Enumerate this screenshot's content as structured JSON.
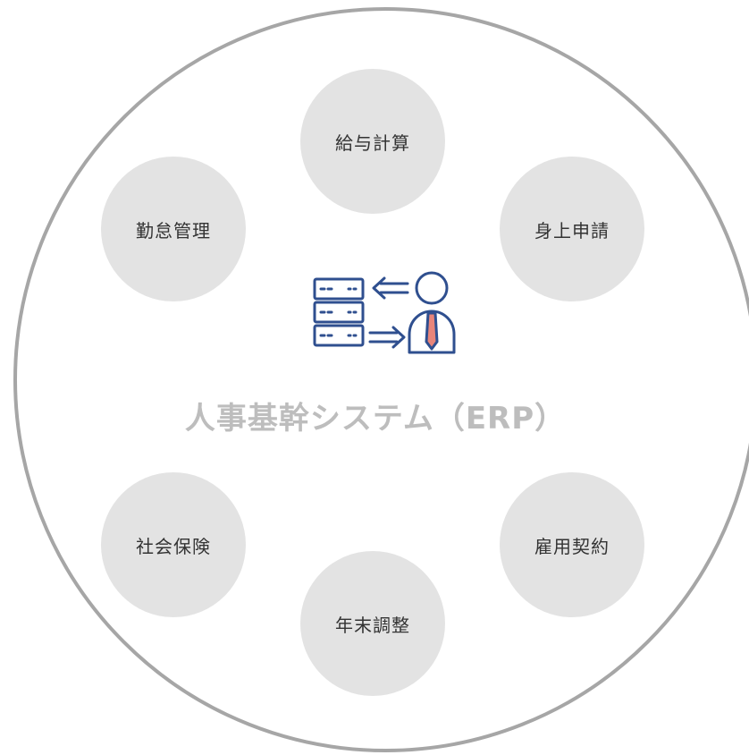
{
  "diagram": {
    "center_title": "人事基幹システム（ERP）",
    "center_icon": "server-user-icon",
    "nodes": {
      "kyuyo": "給与計算",
      "kintai": "勤怠管理",
      "shinjo": "身上申請",
      "shakai": "社会保険",
      "koyo": "雇用契約",
      "nenmatsu": "年末調整"
    }
  },
  "colors": {
    "ring": "#a6a6a6",
    "node_fill": "#e3e3e3",
    "title": "#bdbdbd",
    "icon_blue": "#2f4f8f",
    "tie": "#e8857a"
  }
}
